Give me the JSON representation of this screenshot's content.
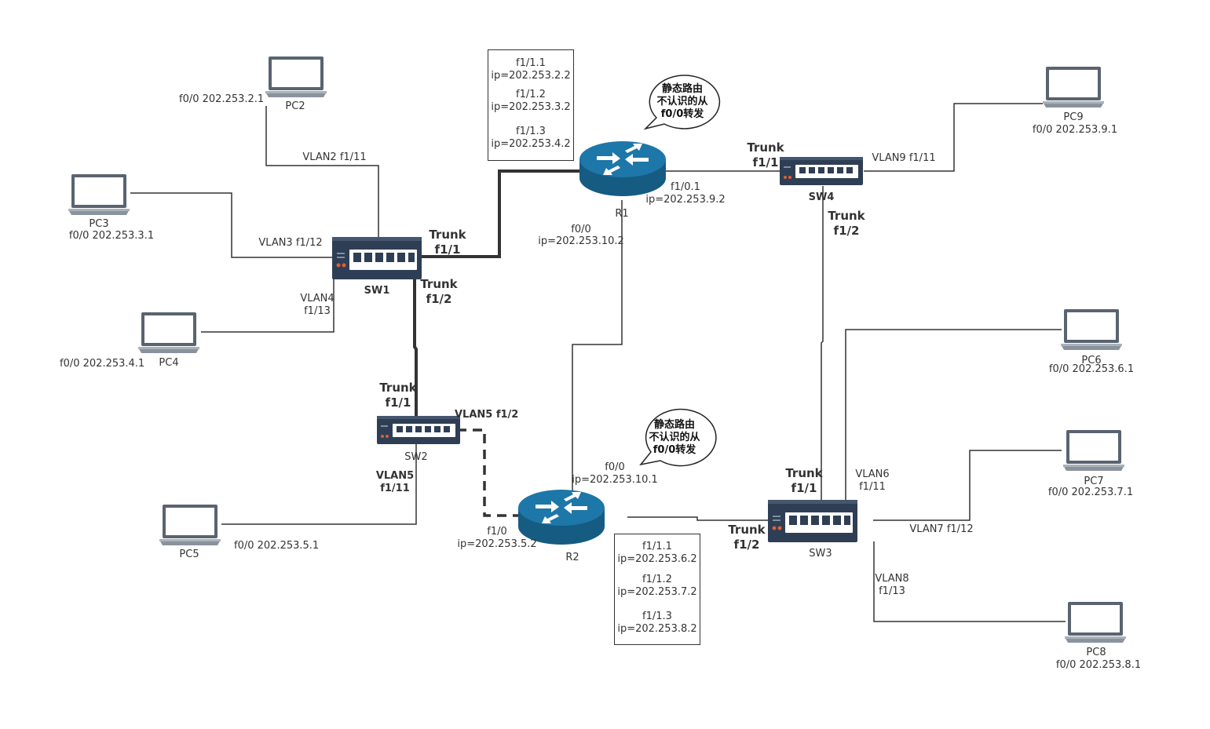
{
  "devices": {
    "pc2": {
      "name": "PC2",
      "ip": "f0/0 202.253.2.1"
    },
    "pc3": {
      "name": "PC3",
      "ip": "f0/0 202.253.3.1"
    },
    "pc4": {
      "name": "PC4",
      "ip": "f0/0 202.253.4.1"
    },
    "pc5": {
      "name": "PC5",
      "ip": "f0/0 202.253.5.1"
    },
    "pc6": {
      "name": "PC6",
      "ip": "f0/0 202.253.6.1"
    },
    "pc7": {
      "name": "PC7",
      "ip": "f0/0 202.253.7.1"
    },
    "pc8": {
      "name": "PC8",
      "ip": "f0/0 202.253.8.1"
    },
    "pc9": {
      "name": "PC9",
      "ip": "f0/0 202.253.9.1"
    },
    "sw1": {
      "name": "SW1"
    },
    "sw2": {
      "name": "SW2"
    },
    "sw3": {
      "name": "SW3"
    },
    "sw4": {
      "name": "SW4"
    },
    "r1": {
      "name": "R1"
    },
    "r2": {
      "name": "R2"
    }
  },
  "links": {
    "pc2_sw1": "VLAN2 f1/11",
    "pc3_sw1": "VLAN3 f1/12",
    "pc4_sw1_a": "VLAN4",
    "pc4_sw1_b": "f1/13",
    "sw1_r1_a": "Trunk",
    "sw1_r1_b": "f1/1",
    "sw1_sw2_a": "Trunk",
    "sw1_sw2_b": "f1/2",
    "sw2_up_a": "Trunk",
    "sw2_up_b": "f1/1",
    "sw2_r2": "VLAN5 f1/2",
    "sw2_pc5_a": "VLAN5",
    "sw2_pc5_b": "f1/11",
    "r1_f00_a": "f0/0",
    "r1_f00_b": "ip=202.253.10.2",
    "r1_f101_a": "f1/0.1",
    "r1_f101_b": "ip=202.253.9.2",
    "sw4_r1_a": "Trunk",
    "sw4_r1_b": "f1/1",
    "sw4_pc9": "VLAN9 f1/11",
    "sw4_sw3_a": "Trunk",
    "sw4_sw3_b": "f1/2",
    "r2_f00_a": "f0/0",
    "r2_f00_b": "ip=202.253.10.1",
    "r2_f10_a": "f1/0",
    "r2_f10_b": "ip=202.253.5.2",
    "sw3_up_a": "Trunk",
    "sw3_up_b": "f1/1",
    "sw3_r2_a": "Trunk",
    "sw3_r2_b": "f1/2",
    "sw3_pc6_a": "VLAN6",
    "sw3_pc6_b": "f1/11",
    "sw3_pc7": "VLAN7 f1/12",
    "sw3_pc8_a": "VLAN8",
    "sw3_pc8_b": "f1/13"
  },
  "r1_box": [
    "f1/1.1",
    "ip=202.253.2.2",
    "f1/1.2",
    "ip=202.253.3.2",
    "f1/1.3",
    "ip=202.253.4.2"
  ],
  "r2_box": [
    "f1/1.1",
    "ip=202.253.6.2",
    "f1/1.2",
    "ip=202.253.7.2",
    "f1/1.3",
    "ip=202.253.8.2"
  ],
  "bubbles": {
    "r1": [
      "静态路由",
      "不认识的从",
      "f0/0转发"
    ],
    "r2": [
      "静态路由",
      "不认识的从",
      "f0/0转发"
    ]
  },
  "colors": {
    "router": "#1b6a96",
    "switch": "#2e3e55",
    "line": "#333333"
  }
}
